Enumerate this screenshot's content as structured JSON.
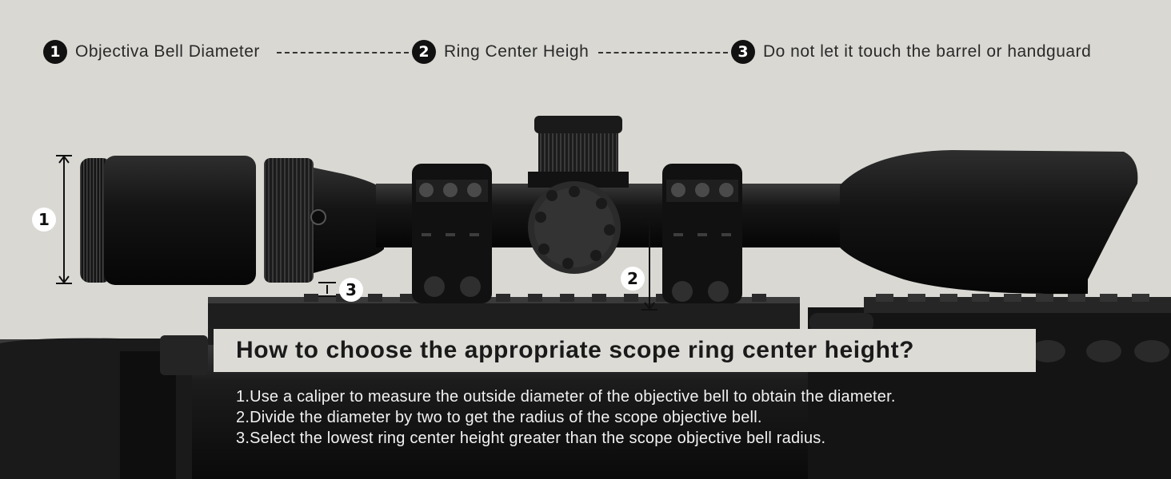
{
  "legend": [
    {
      "number": "1",
      "label": "Objectiva Bell Diameter"
    },
    {
      "number": "2",
      "label": "Ring Center Heigh"
    },
    {
      "number": "3",
      "label": "Do not let it touch the barrel or handguard"
    }
  ],
  "markers": [
    "1",
    "2",
    "3"
  ],
  "heading": "How to choose the appropriate scope ring center height?",
  "steps": [
    "1.Use a caliper to measure the outside diameter of the objective bell to obtain the diameter.",
    "2.Divide the diameter by two to get the radius of the scope objective bell.",
    "3.Select the lowest ring center height greater than the scope objective bell radius."
  ]
}
